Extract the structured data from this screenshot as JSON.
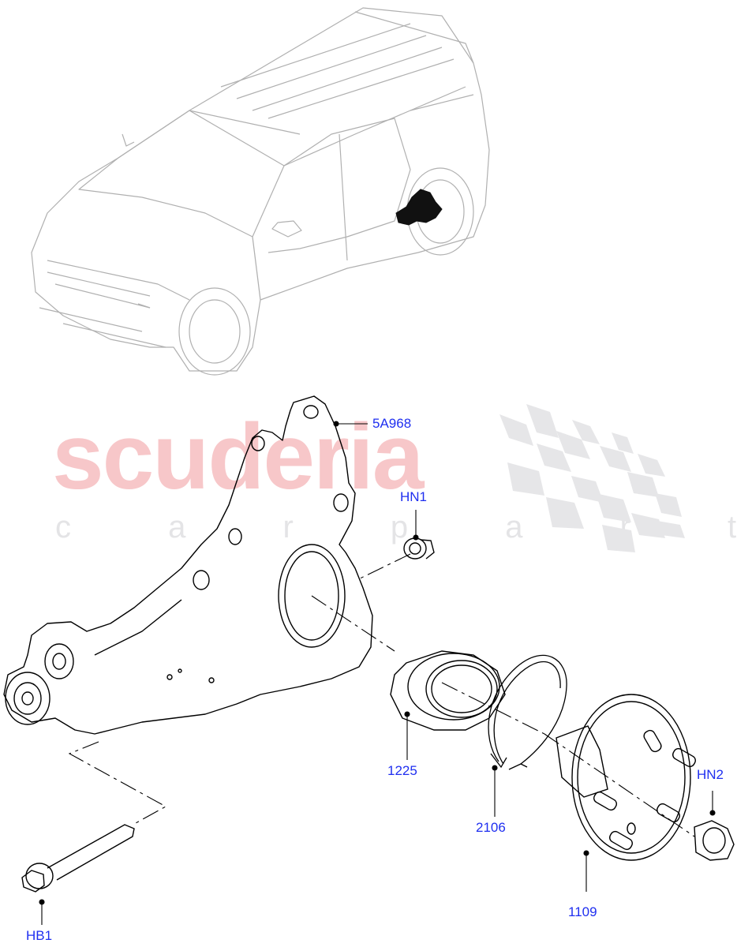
{
  "watermark": {
    "brand": "scuderia",
    "tagline": "car parts",
    "brand_color": "#f7c7c9",
    "tagline_color": "#e4e4e6",
    "checker_color": "#e6e6e8"
  },
  "diagram": {
    "type": "exploded parts diagram",
    "subject": "rear suspension knuckle, wheel bearing and hub assembly",
    "line_color": "#000000",
    "callout_color": "#1f2ff0"
  },
  "callouts": [
    {
      "id": "5A968",
      "label": "5A968",
      "part": "knuckle"
    },
    {
      "id": "HN1",
      "label": "HN1",
      "part": "nut"
    },
    {
      "id": "1225",
      "label": "1225",
      "part": "wheel bearing"
    },
    {
      "id": "2106",
      "label": "2106",
      "part": "snap ring"
    },
    {
      "id": "1109",
      "label": "1109",
      "part": "wheel hub"
    },
    {
      "id": "HN2",
      "label": "HN2",
      "part": "hub nut"
    },
    {
      "id": "HB1",
      "label": "HB1",
      "part": "bolt"
    }
  ]
}
